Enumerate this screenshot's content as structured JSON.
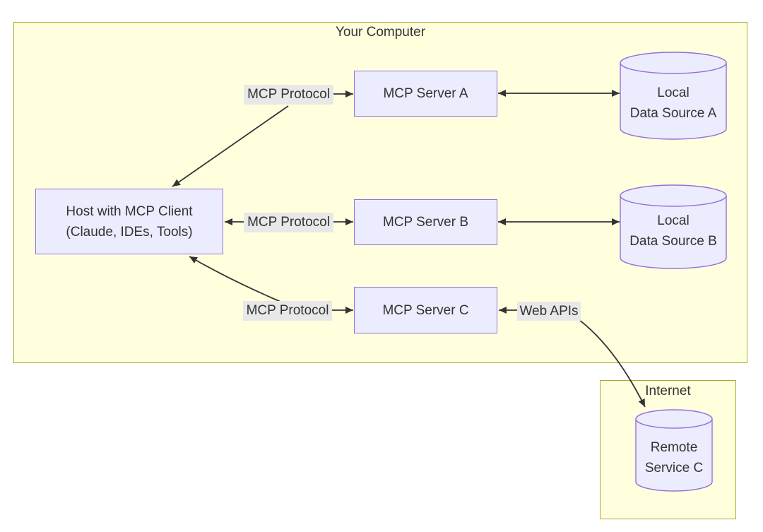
{
  "diagram": {
    "clusters": {
      "your_computer": {
        "title": "Your Computer"
      },
      "internet": {
        "title": "Internet"
      }
    },
    "nodes": {
      "host": {
        "line1": "Host with MCP Client",
        "line2": "(Claude, IDEs, Tools)"
      },
      "server_a": {
        "label": "MCP Server A"
      },
      "server_b": {
        "label": "MCP Server B"
      },
      "server_c": {
        "label": "MCP Server C"
      },
      "data_source_a": {
        "line1": "Local",
        "line2": "Data Source A"
      },
      "data_source_b": {
        "line1": "Local",
        "line2": "Data Source B"
      },
      "remote_service_c": {
        "line1": "Remote",
        "line2": "Service C"
      }
    },
    "edge_labels": {
      "mcp_protocol_a": "MCP Protocol",
      "mcp_protocol_b": "MCP Protocol",
      "mcp_protocol_c": "MCP Protocol",
      "web_apis": "Web APIs"
    },
    "colors": {
      "cluster_fill": "#ffffde",
      "cluster_border": "#aaaa33",
      "node_fill": "#ECECFF",
      "node_border": "#9370DB",
      "edge_label_bg": "#e8e8e8",
      "edge_color": "#333333",
      "text_color": "#333333"
    }
  }
}
